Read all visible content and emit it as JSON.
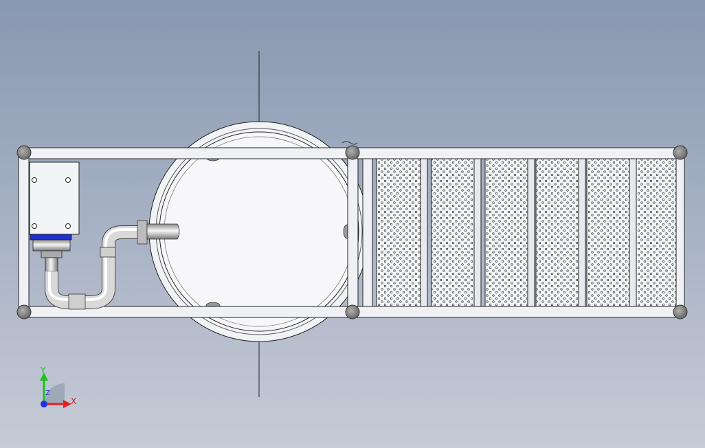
{
  "viewport": {
    "background_top": "#8898b0",
    "background_bottom": "#c6cbd6"
  },
  "triad": {
    "x_label": "X",
    "y_label": "Y",
    "z_label": "Z",
    "x_color": "#e02020",
    "y_color": "#20c020",
    "z_color": "#2030e0"
  },
  "model": {
    "frame_color": "#eef0f4",
    "edge_color": "#1a1a1a",
    "joint_color": "#8a8a8a",
    "filter_panel_count": 6
  }
}
